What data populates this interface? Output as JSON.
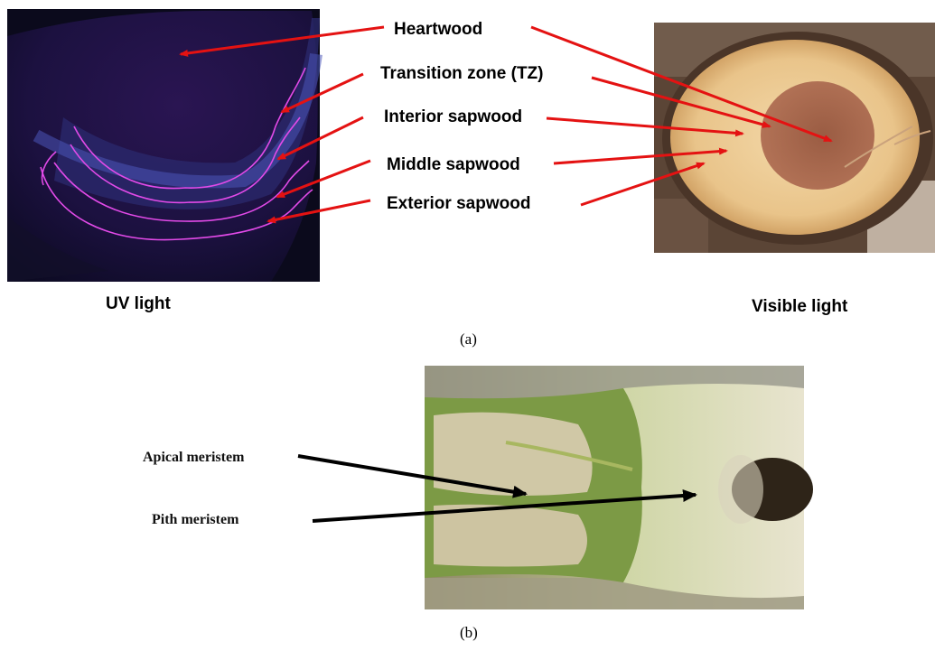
{
  "panel_a": {
    "tag": "(a)",
    "uv_caption": "UV light",
    "visible_caption": "Visible light",
    "labels": {
      "heartwood": "Heartwood",
      "transition_zone": "Transition zone (TZ)",
      "interior_sapwood": "Interior sapwood",
      "middle_sapwood": "Middle sapwood",
      "exterior_sapwood": "Exterior sapwood"
    },
    "arrow_color": "#e41212",
    "uv_line_color": "#e24ae8"
  },
  "panel_b": {
    "tag": "(b)",
    "labels": {
      "apical_meristem": "Apical meristem",
      "pith_meristem": "Pith meristem"
    },
    "arrow_color": "#000000"
  }
}
